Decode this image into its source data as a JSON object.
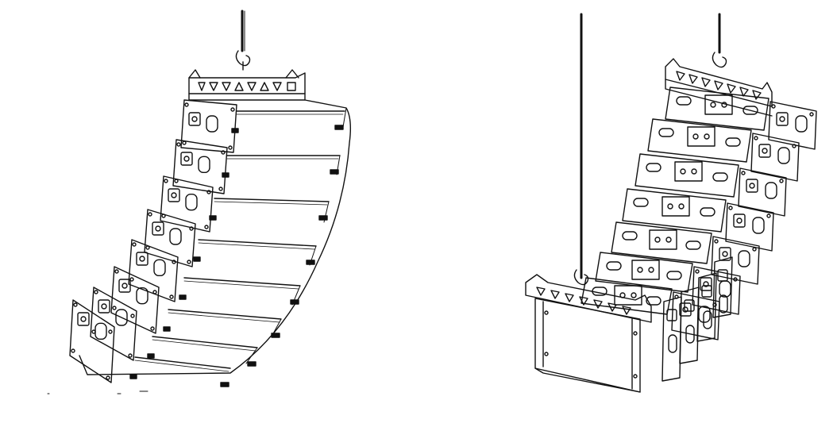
{
  "figure": {
    "ink": "#111111",
    "paper": "#ffffff",
    "views": [
      {
        "id": "left-array",
        "perspective": "rear-left",
        "cabinets": 8
      },
      {
        "id": "right-array",
        "perspective": "rear-right",
        "cabinets": 8
      }
    ]
  }
}
